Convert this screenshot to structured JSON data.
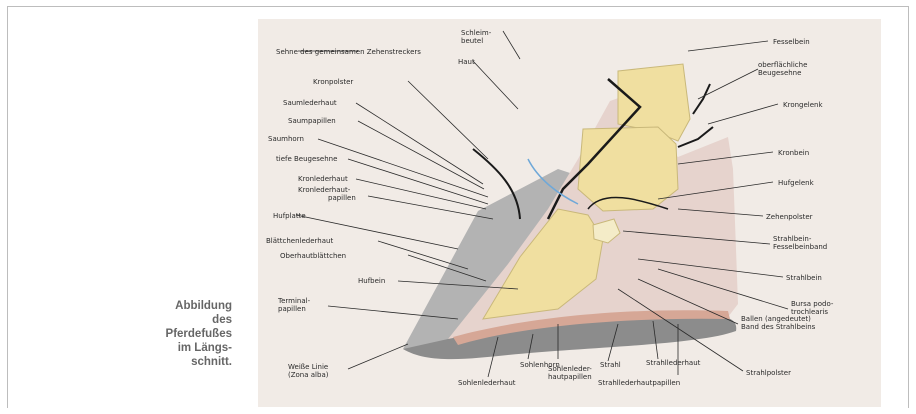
{
  "caption": {
    "lines": [
      "Abbildung",
      "des",
      "Pferdefußes",
      "im Längs-",
      "schnitt."
    ]
  },
  "diagram": {
    "labels": {
      "sehne": "Sehne des gemeinsamen Zehenstreckers",
      "schleimbeutel": "Schleim-\nbeutel",
      "haut": "Haut",
      "kronpolster": "Kronpolster",
      "saumlederhaut": "Saumlederhaut",
      "saumpapillen": "Saumpapillen",
      "saumhorn": "Saumhorn",
      "kronsegment": "tiefe Beugesehne",
      "kronlederhaut": "Kronlederhaut",
      "kronlederhautpapillen": "Kronlederhaut-\npapillen",
      "hufplatte": "Hufplatte",
      "blaettchenlederhaut": "Blättchenlederhaut",
      "oberhautblaettchen": "Oberhautblättchen",
      "hufbein": "Hufbein",
      "terminalpapillen": "Terminal-\npapillen",
      "weisse_linie": "Weiße Linie\n(Zona alba)",
      "fesselbein": "Fesselbein",
      "beugesehne": "oberflächliche\nBeugesehne",
      "krongelenk": "Krongelenk",
      "kronbein": "Kronbein",
      "hufgelenk": "Hufgelenk",
      "zehenpolster": "Zehenpolster",
      "strahlbein_band": "Strahlbein-\nFesselbeinband",
      "strahlbein": "Strahlbein",
      "bursa": "Bursa podo-\ntrochlearis",
      "ballen": "Ballen (angedeutet)\nBand des Strahlbeins",
      "strahlpolster": "Strahlpolster",
      "sohlenlederhaut": "Sohlenlederhaut",
      "sohlenhorn": "Sohlenhorn",
      "sohlenlederhautpapillen": "Sohlenleder-\nhautpapillen",
      "strahl": "Strahl",
      "strahllederhaut": "Strahllederhaut",
      "strahllederhautpapillen": "Strahllederhautpapillen"
    }
  },
  "colors": {
    "bone": "#f0dfa0",
    "bone_edge": "#c9b87a",
    "tissue": "#e6d5cf",
    "hoof_gray": "#a9a9a9",
    "dark_line": "#1a1a1a",
    "accent_line": "#6fa8d8"
  }
}
